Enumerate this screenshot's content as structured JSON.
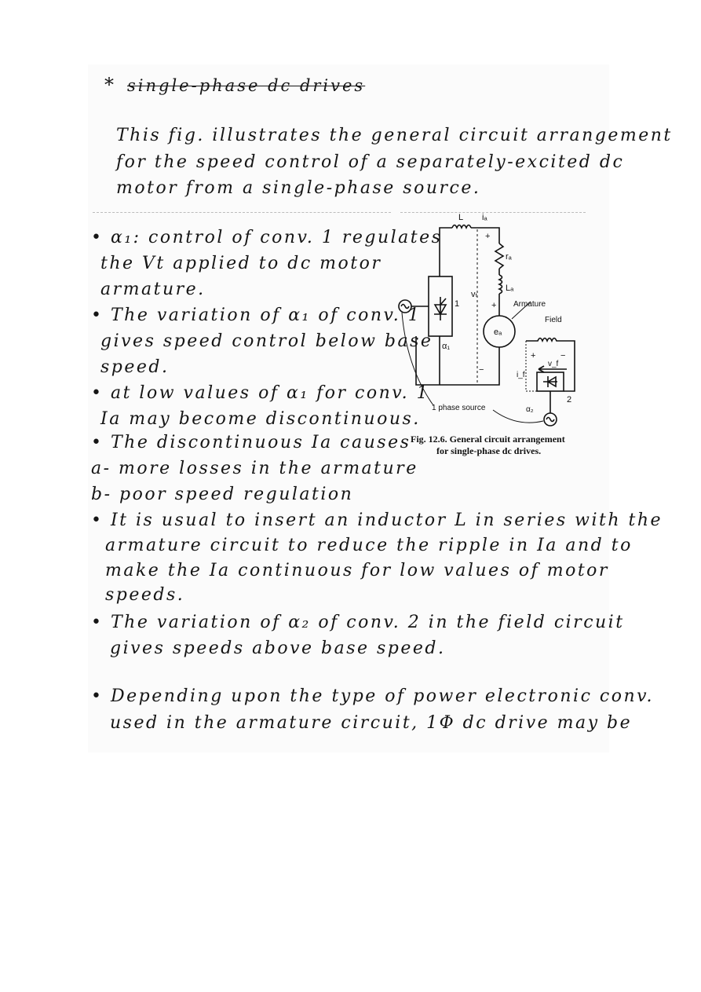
{
  "title": "single-phase dc drives",
  "title_marker": "*",
  "intro": [
    "This fig. illustrates the general circuit arrangement",
    "for the speed control of a separately-excited dc",
    "motor from a single-phase source."
  ],
  "notes_left": [
    "• α₁: control of conv. 1 regulates",
    "the Vt applied to dc motor",
    "armature.",
    "• The variation of α₁ of conv. 1",
    "gives speed control below base",
    "speed.",
    "• at low values of α₁ for conv. 1",
    "Ia may become discontinuous.",
    "• The discontinuous Ia causes",
    "a- more losses in the armature",
    "b- poor speed regulation"
  ],
  "notes_full": [
    "• It is usual to insert an inductor L in series with the",
    "armature circuit to reduce the ripple in Ia and to",
    "make the Ia continuous for low values of motor",
    "speeds.",
    "• The variation of α₂ of conv. 2 in the field circuit",
    "gives speeds above base speed.",
    "• Depending upon the type of power electronic conv.",
    "used in the armature circuit, 1Φ dc drive may be"
  ],
  "figure": {
    "caption_line1": "Fig. 12.6. General circuit arrangement",
    "caption_line2": "for single-phase dc drives.",
    "labels": {
      "L": "L",
      "ia": "iₐ",
      "ra": "rₐ",
      "La": "Lₐ",
      "vt": "vₜ",
      "armature": "Armature",
      "field": "Field",
      "ea": "eₐ",
      "alpha1": "α₁",
      "alpha2": "α₂",
      "conv1": "1",
      "conv2": "2",
      "vf": "v_f",
      "if": "i_f",
      "source": "1 phase source",
      "plus": "+",
      "minus": "−"
    }
  }
}
